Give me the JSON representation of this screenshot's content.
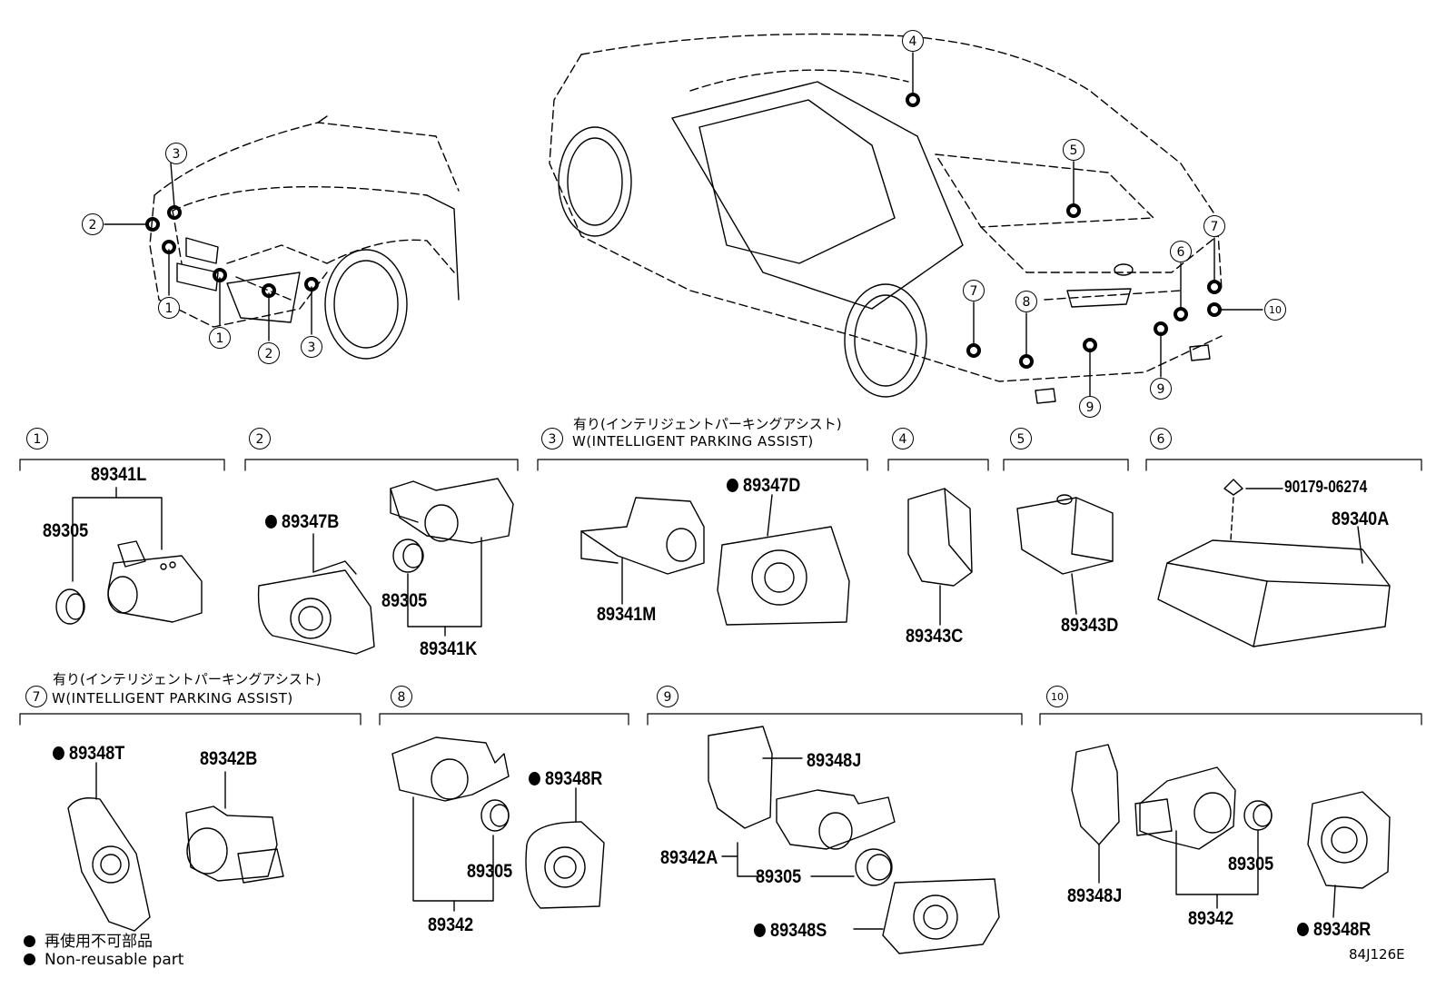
{
  "callouts": {
    "c1": "1",
    "c2": "2",
    "c3": "3",
    "c4": "4",
    "c5": "5",
    "c6": "6",
    "c7": "7",
    "c8": "8",
    "c9": "9",
    "c10": "10"
  },
  "notes": {
    "ipa_jp": "有り(インテリジェントパーキングアシスト)",
    "ipa_en": "W(INTELLIGENT PARKING ASSIST)"
  },
  "parts": {
    "s1_assy": "89341L",
    "s1_ring": "89305",
    "s2_bracket": "89347B",
    "s2_ring": "89305",
    "s2_assy": "89341K",
    "s3_bracket": "89347D",
    "s3_assy": "89341M",
    "s4_part": "89343C",
    "s5_part": "89343D",
    "s6_clip": "90179-06274",
    "s6_ecu": "89340A",
    "s7_bracket": "89348T",
    "s7_assy": "89342B",
    "s8_bracket": "89348R",
    "s8_ring": "89305",
    "s8_assy": "89342",
    "s9_holder": "89348J",
    "s9_assy": "89342A",
    "s9_ring": "89305",
    "s9_bracket": "89348S",
    "s10_holder": "89348J",
    "s10_ring": "89305",
    "s10_assy": "89342",
    "s10_bracket": "89348R"
  },
  "legend": {
    "jp": "再使用不可部品",
    "en": "Non-reusable part"
  },
  "diagram_code": "84J126E"
}
